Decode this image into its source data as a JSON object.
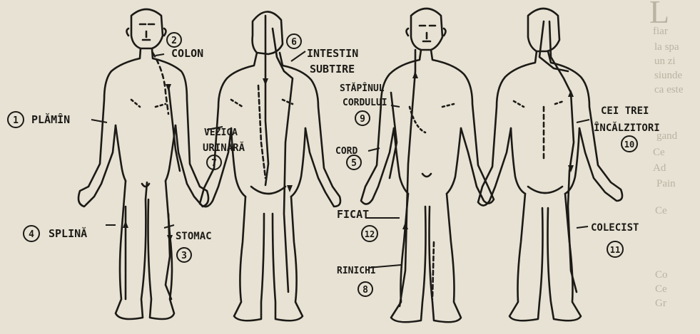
{
  "background_fragments": [
    "L",
    "fiar",
    "la spa",
    "un zi",
    "siunde",
    "ca este",
    "gand",
    "Ce",
    "Ad",
    "Pain",
    "Ce",
    "Co",
    "Ce",
    "Gr"
  ],
  "labels": {
    "colon": "COLON",
    "colon_num": "2",
    "plamin": "PLĂMÎN",
    "plamin_num": "1",
    "splina": "SPLINĂ",
    "splina_num": "4",
    "stomac": "STOMAC",
    "stomac_num": "3",
    "intestin_l1": "INTESTIN",
    "intestin_l2": "SUBTIRE",
    "intestin_num": "6",
    "vezica_l1": "VEZICA",
    "vezica_l2": "URINARĂ",
    "vezica_num": "7",
    "stapinul_l1": "STĂPÎNUL",
    "stapinul_l2": "CORDULUI",
    "stapinul_num": "9",
    "cord": "CORD",
    "cord_num": "5",
    "ficat": "FICAT",
    "ficat_num": "12",
    "rinichi": "RINICHI",
    "rinichi_num": "8",
    "incalzitori_l1": "CEI TREI",
    "incalzitori_l2": "ÎNCĂLZITORI",
    "incalzitori_num": "10",
    "colecist": "COLECIST",
    "colecist_num": "11"
  },
  "colors": {
    "paper": "#e7e2d3",
    "ink": "#1c1a17",
    "faded_text": "#b9b3a4"
  }
}
